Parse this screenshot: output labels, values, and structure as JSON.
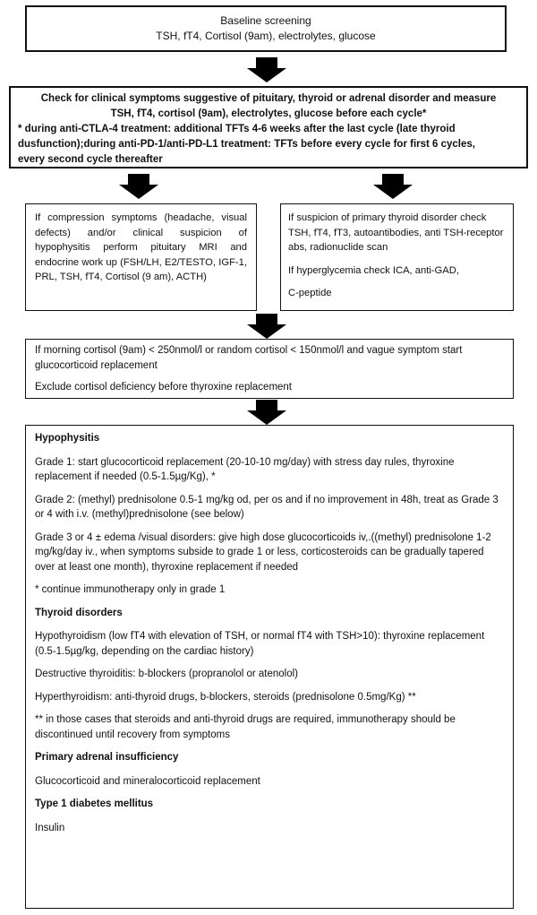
{
  "baseline": {
    "title": "Baseline screening",
    "tests": "TSH, fT4, Cortisol (9am), electrolytes, glucose"
  },
  "check": {
    "line1": "Check for clinical symptoms suggestive of pituitary, thyroid or adrenal disorder and measure",
    "line2": "TSH, fT4, cortisol (9am), electrolytes, glucose before each cycle*",
    "line3": "* during anti-CTLA-4 treatment: additional TFTs 4-6 weeks after the last cycle (late thyroid",
    "line4": "dusfunction);during  anti-PD-1/anti-PD-L1 treatment: TFTs before  every cycle for first 6 cycles,",
    "line5": "every second cycle thereafter"
  },
  "pituitary": {
    "text": "If compression symptoms (headache, visual defects) and/or clinical suspicion of hypophysitis perform pituitary MRI and endocrine work up (FSH/LH, E2/TESTO, IGF-1, PRL, TSH, fT4, Cortisol (9 am), ACTH)"
  },
  "thyroid_check": {
    "p1": "If suspicion of primary thyroid disorder check TSH, fT4, fT3, autoantibodies, anti TSH-receptor abs, radionuclide scan",
    "p2": "If hyperglycemia check ICA, anti-GAD,",
    "p3": "C-peptide"
  },
  "cortisol": {
    "p1": "If morning cortisol (9am) < 250nmol/l or random cortisol < 150nmol/l and vague symptom start glucocorticoid replacement",
    "p2": "Exclude cortisol deficiency before thyroxine replacement"
  },
  "treatment": {
    "hypophysitis_title": "Hypophysitis",
    "grade1": "Grade 1: start glucocorticoid replacement (20-10-10 mg/day) with stress day rules, thyroxine replacement if needed (0.5-1.5µg/Kg), *",
    "grade2": "Grade 2:  (methyl) prednisolone 0.5-1 mg/kg od, per os and if no improvement in 48h, treat as Grade 3 or 4 with i.v. (methyl)prednisolone (see below)",
    "grade34": "Grade 3 or 4 ± edema /visual disorders: give high dose glucocorticoids iv,.((methyl) prednisolone 1-2 mg/kg/day iv., when symptoms subside to grade 1 or less, corticosteroids can be gradually tapered over at least one month),  thyroxine replacement if needed",
    "continue_note": "* continue immunotherapy only in grade 1",
    "thyroid_title": "Thyroid disorders",
    "hypothyroidism": "Hypothyroidism (low fT4 with elevation of TSH, or normal fT4 with TSH>10): thyroxine replacement (0.5-1.5µg/kg, depending on the cardiac history)",
    "destructive": "Destructive thyroiditis: b-blockers (propranolol or atenolol)",
    "hyperthyroidism": "Hyperthyroidism: anti-thyroid drugs, b-blockers, steroids (prednisolone 0.5mg/Kg) **",
    "steroid_note": "** in those cases that steroids and anti-thyroid drugs are required, immunotherapy should be discontinued until recovery from symptoms",
    "adrenal_title": "Primary adrenal insufficiency",
    "adrenal_text": "Glucocorticoid and mineralocorticoid replacement",
    "diabetes_title": "Type 1 diabetes mellitus",
    "diabetes_text": "Insulin"
  },
  "colors": {
    "border": "#111111",
    "arrow": "#000000",
    "background": "#ffffff"
  }
}
